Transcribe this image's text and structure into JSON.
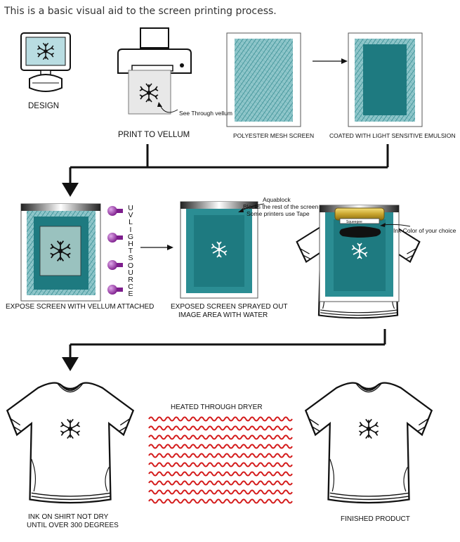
{
  "intro": "This is a basic visual aid to the screen printing process.",
  "steps": {
    "design": "DESIGN",
    "print": "PRINT TO VELLUM",
    "see_through": "See Through vellum",
    "mesh": "POLYESTER MESH SCREEN",
    "coated": "COATED WITH LIGHT SENSITIVE EMULSION",
    "expose": "EXPOSE SCREEN WITH VELLUM ATTACHED",
    "uv_letters": [
      "U",
      "V",
      "L",
      "I",
      "G",
      "H",
      "T",
      "S",
      "O",
      "U",
      "R",
      "C",
      "E"
    ],
    "sprayed_1": "EXPOSED SCREEN SPRAYED OUT",
    "sprayed_2": "IMAGE AREA WITH WATER",
    "aquablock_1": "Aquablock",
    "aquablock_2": "Blocks the rest of the screen",
    "aquablock_3": "Some printers use Tape",
    "ink_color": "Ink Color of your choice",
    "squeegee": "Squeegee",
    "heated": "HEATED THROUGH DRYER",
    "ink_shirt_1": "INK ON SHIRT NOT DRY",
    "ink_shirt_2": "UNTIL OVER 300 DEGREES",
    "finished": "FINISHED PRODUCT"
  },
  "colors": {
    "teal": "#1e7a80",
    "mesh_bg": "#6fb3b8",
    "uv_purple": "#7d1d8c",
    "heat_red": "#d41b1b"
  },
  "icons": [
    "computer-icon",
    "printer-icon",
    "arrow-icon",
    "uv-bulb-icon",
    "tshirt-icon",
    "squeegee-icon",
    "snowflake-design-icon"
  ]
}
